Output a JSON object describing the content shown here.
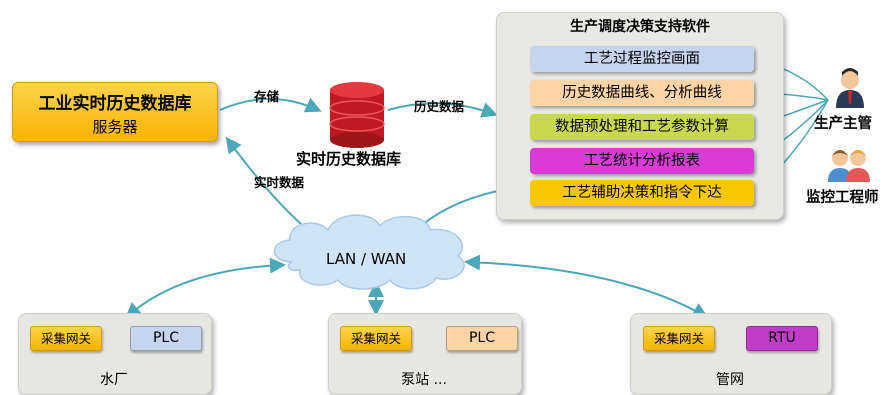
{
  "server": {
    "title": "工业实时历史数据库",
    "subtitle": "服务器"
  },
  "database": {
    "label": "实时历史数据库"
  },
  "edges": {
    "store": "存储",
    "history": "历史数据",
    "realtime": "实时数据"
  },
  "software": {
    "title": "生产调度决策支持软件",
    "modules": [
      {
        "label": "工艺过程监控画面",
        "color": "#c6d5ee"
      },
      {
        "label": "历史数据曲线、分析曲线",
        "color": "#fcd4a6"
      },
      {
        "label": "数据预处理和工艺参数计算",
        "color": "#c9d94e"
      },
      {
        "label": "工艺统计分析报表",
        "color": "#d83bd6"
      },
      {
        "label": "工艺辅助决策和指令下达",
        "color": "#f7c800"
      }
    ]
  },
  "roles": {
    "manager": "生产主管",
    "engineer": "监控工程师"
  },
  "network": {
    "label": "LAN / WAN"
  },
  "sites": [
    {
      "gateway": "采集网关",
      "device": "PLC",
      "device_color": "#c6d5ee",
      "name": "水厂"
    },
    {
      "gateway": "采集网关",
      "device": "PLC",
      "device_color": "#fcd4a6",
      "name": "泵站 ..."
    },
    {
      "gateway": "采集网关",
      "device": "RTU",
      "device_color": "#c23bc9",
      "name": "管网"
    }
  ]
}
